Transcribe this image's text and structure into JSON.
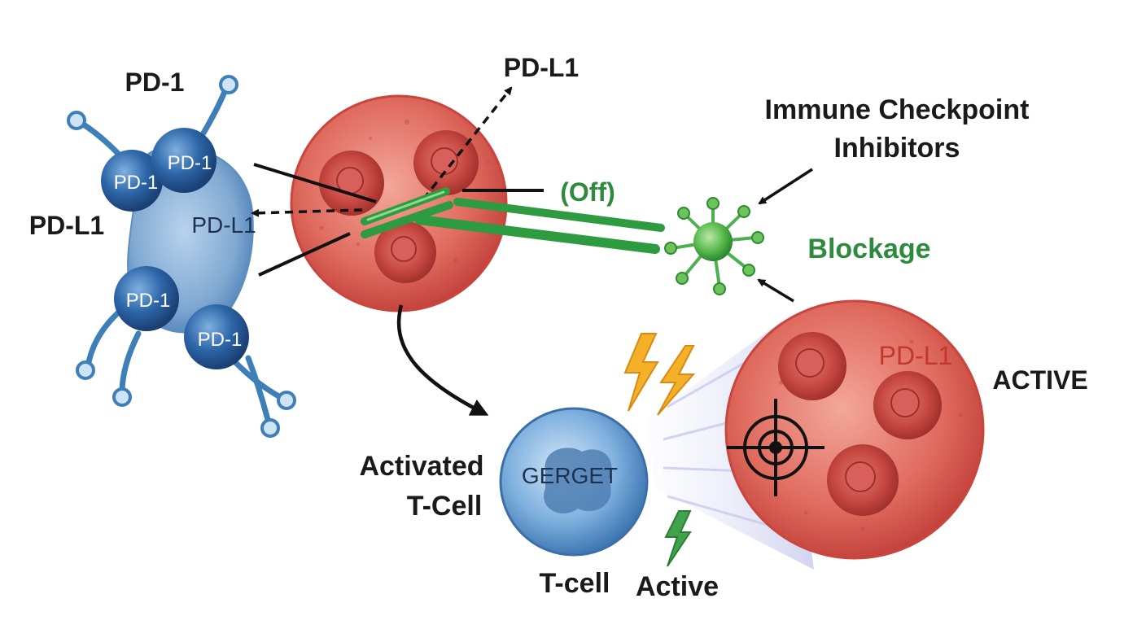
{
  "labels": {
    "pd1_top": "PD-1",
    "pdl1_top_arrow": "PD-L1",
    "pdl1_left": "PD-L1",
    "pdl1_on_cell": "PD-L1",
    "receptor_1": "PD-1",
    "receptor_2": "PD-1",
    "receptor_3": "PD-1",
    "receptor_4": "PD-1",
    "off": "(Off)",
    "immune_checkpoint_line1": "Immune Checkpoint",
    "immune_checkpoint_line2": "Inhibitors",
    "blockage": "Blockage",
    "pdl1_tumor": "PD-L1",
    "active_upper": "ACTIVE",
    "activated_line1": "Activated",
    "activated_line2": "T-Cell",
    "tcell_nucleus": "GERGET",
    "tcell": "T-cell",
    "active_lower": "Active"
  },
  "colors": {
    "tcell_blue": "#3f7fb8",
    "receptor_blue": "#2d66a8",
    "tumor_red": "#d9534f",
    "nucleus_red": "#b93a36",
    "inhibitor_green": "#3fa34d",
    "bond_green": "#2e9b41",
    "spark_orange": "#f0a020",
    "text_green": "#2e8b3e",
    "text_red": "#c0392b"
  },
  "icons": [
    "lightning-icon",
    "target-crosshair-icon",
    "arrow-icon"
  ]
}
